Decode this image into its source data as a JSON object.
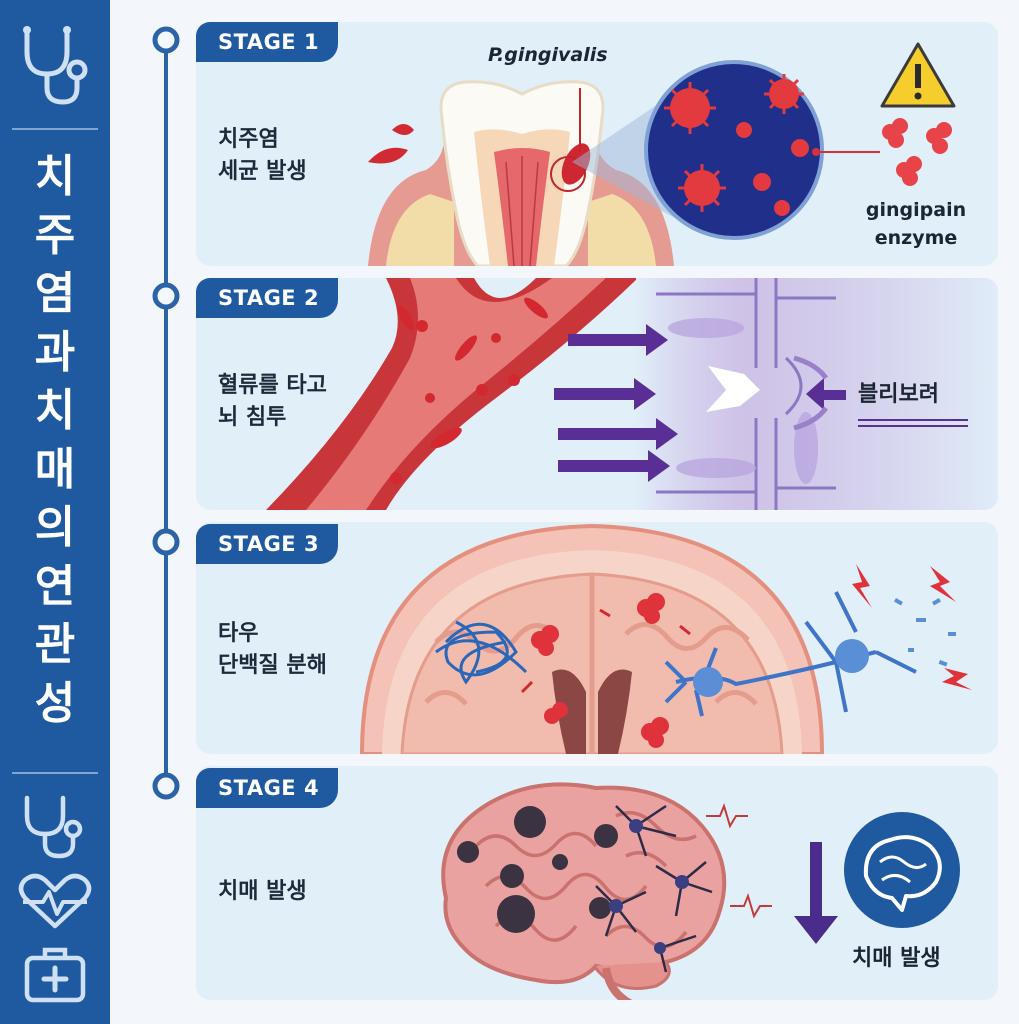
{
  "sidebar": {
    "title_chars": [
      "치",
      "주",
      "염",
      "과",
      "치",
      "매",
      "의",
      "연",
      "관",
      "성"
    ],
    "icons": [
      "stethoscope-icon",
      "stethoscope-icon",
      "heartbeat-icon",
      "first-aid-kit-icon"
    ]
  },
  "stages": [
    {
      "tag": "STAGE 1",
      "desc_lines": [
        "치주염",
        "세균 발생"
      ],
      "labels": {
        "bacteria": "P.gingivalis",
        "enzyme_line1": "gingipain",
        "enzyme_line2": "enzyme"
      }
    },
    {
      "tag": "STAGE 2",
      "desc_lines": [
        "혈류를 타고",
        "뇌 침투"
      ],
      "labels": {
        "barrier": "블리보려"
      }
    },
    {
      "tag": "STAGE 3",
      "desc_lines": [
        "타우",
        "단백질 분해"
      ]
    },
    {
      "tag": "STAGE 4",
      "desc_lines": [
        "치매 발생"
      ],
      "labels": {
        "result": "치매 발생"
      }
    }
  ],
  "colors": {
    "primary": "#1f5aa0",
    "card": "#e1eff9",
    "tissue": "#e8a39a",
    "bacteria": "#d8303a",
    "purple": "#6b3fa0"
  }
}
